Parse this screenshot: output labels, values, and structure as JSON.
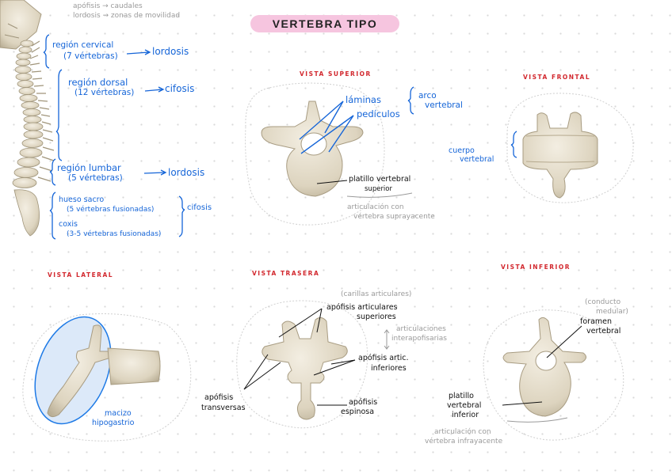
{
  "title": "VERTEBRA TIPO",
  "top_notes": {
    "line1": "apófisis → caudales",
    "line2": "lordosis → zonas de movilidad"
  },
  "spine_regions": {
    "cervical": {
      "name": "región cervical",
      "count": "(7 vértebras)",
      "curve": "lordosis"
    },
    "dorsal": {
      "name": "región dorsal",
      "count": "(12 vértebras)",
      "curve": "cifosis"
    },
    "lumbar": {
      "name": "región lumbar",
      "count": "(5 vértebras)",
      "curve": "lordosis"
    },
    "sacro": {
      "name": "hueso sacro",
      "count": "(5 vértebras fusionadas)"
    },
    "coxis": {
      "name": "coxis",
      "count": "(3-5 vértebras fusionadas)"
    },
    "sacro_coxis_curve": "cifosis"
  },
  "views": {
    "superior": {
      "label": "VISTA SUPERIOR",
      "laminas": "láminas",
      "pediculos": "pedículos",
      "arco_1": "arco",
      "arco_2": "vertebral",
      "platillo_1": "platillo vertebral",
      "platillo_2": "superior",
      "artic_1": "articulación con",
      "artic_2": "vértebra suprayacente"
    },
    "frontal": {
      "label": "VISTA FRONTAL",
      "cuerpo_1": "cuerpo",
      "cuerpo_2": "vertebral"
    },
    "lateral": {
      "label": "VISTA LATERAL",
      "macizo_1": "macizo",
      "macizo_2": "hipogastrio"
    },
    "trasera": {
      "label": "VISTA TRASERA",
      "carillas": "(carillas articulares)",
      "ap_art_sup_1": "apófisis articulares",
      "ap_art_sup_2": "superiores",
      "artic_int_1": "articulaciones",
      "artic_int_2": "interapofisarias",
      "ap_art_inf_1": "apófisis artic.",
      "ap_art_inf_2": "inferiores",
      "ap_trans_1": "apófisis",
      "ap_trans_2": "transversas",
      "ap_esp_1": "apófisis",
      "ap_esp_2": "espinosa"
    },
    "inferior": {
      "label": "VISTA INFERIOR",
      "conducto_1": "(conducto",
      "conducto_2": "medular)",
      "foramen_1": "foramen",
      "foramen_2": "vertebral",
      "platillo_1": "platillo",
      "platillo_2": "vertebral",
      "platillo_3": "inferior",
      "artic_1": "articulación con",
      "artic_2": "vértebra infrayacente"
    }
  },
  "colors": {
    "annotation_blue": "#1565d8",
    "heading_red": "#d2282e",
    "title_pill_pink": "#f6c5df",
    "bone": "#e3dccb",
    "note_gray": "#9a9a9a"
  }
}
